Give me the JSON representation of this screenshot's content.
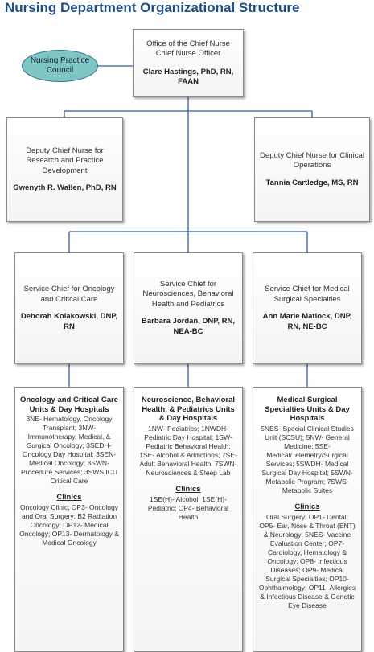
{
  "title": "Nursing Department Organizational Structure",
  "council": "Nursing Practice Council",
  "chief": {
    "position": "Office of the Chief Nurse Chief Nurse Officer",
    "name": "Clare Hastings, PhD, RN, FAAN"
  },
  "deputies": [
    {
      "position": "Deputy Chief Nurse for Research and Practice Development",
      "name": "Gwenyth R. Wallen, PhD, RN"
    },
    {
      "position": "Deputy Chief Nurse for Clinical Operations",
      "name": "Tannia Cartledge, MS, RN"
    }
  ],
  "service_chiefs": [
    {
      "position": "Service Chief for Oncology and Critical Care",
      "name": "Deborah Kolakowski, DNP, RN"
    },
    {
      "position": "Service Chief for Neurosciences, Behavioral Health and Pediatrics",
      "name": "Barbara Jordan, DNP, RN, NEA-BC"
    },
    {
      "position": "Service Chief for Medical Surgical Specialties",
      "name": "Ann Marie Matlock, DNP, RN, NE-BC"
    }
  ],
  "units": [
    {
      "heading": "Oncology and Critical Care Units & Day Hospitals",
      "units_text": "3NE- Hematology, Oncology Transplant; 3NW- Immunotherapy, Medical, & Surgical Oncology; 3SEDH- Oncology Day Hospital; 3SEN- Medical Oncology; 3SWN- Procedure Services; 3SWS ICU Critical Care",
      "clinics_label": "Clinics",
      "clinics_text": "Oncology Clinic; OP3- Oncology and Oral Surgery; B2 Radiation Oncology; OP12- Medical Oncology; OP13- Dermatology & Medical Oncology"
    },
    {
      "heading": "Neuroscience, Behavioral Health, & Pediatrics Units & Day Hospitals",
      "units_text": "1NW- Pediatrics; 1NWDH- Pediatric Day Hospital; 1SW- Pediatric Behavioral Health; 1SE- Alcohol & Addictions; 7SE- Adult Behavioral Health; 7SWN-Neurosciences & Sleep Lab",
      "clinics_label": "Clinics",
      "clinics_text": "1SE(H)- Alcohol; 1SE(H)- Pediatric; OP4- Behavioral Health"
    },
    {
      "heading": "Medical Surgical Specialties Units & Day Hospitals",
      "units_text": "5NES- Special Clinical Studies Unit (SCSU); 5NW- General Medicine; 5SE- Medical/Telemetry/Surgical Services; 5SWDH- Medical Surgical Day Hospital; 5SWN- Metabolic Program; 7SWS- Metabolic Suites",
      "clinics_label": "Clinics",
      "clinics_text": "Oral Surgery; OP1- Dental; OP5- Ear, Nose & Throat (ENT) & Neurology; 5NES- Vaccine Evaluation Center; OP7- Cardiology, Hematology & Oncology; OP8- Infectious Diseases; OP9- Medical Surgical Specialties; OP10- Ophthalmology; OP11- Allergies & Infectious Disease & Genetic Eye Disease"
    }
  ]
}
